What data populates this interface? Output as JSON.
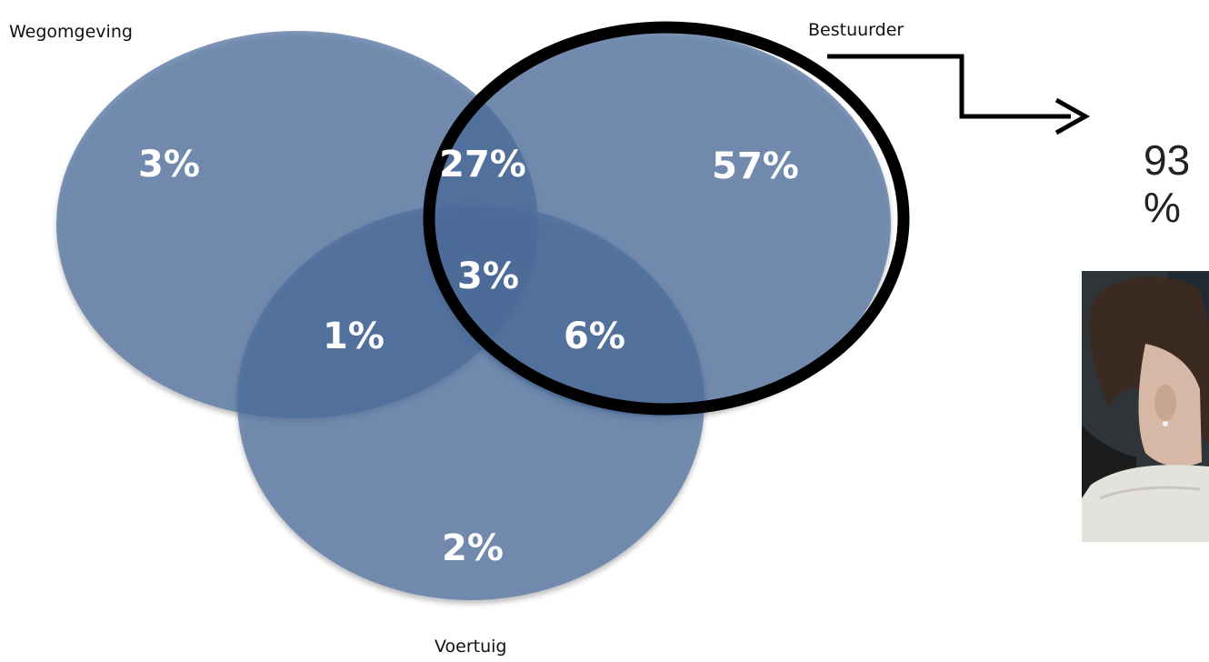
{
  "diagram": {
    "sets": {
      "wegomgeving": "Wegomgeving",
      "bestuurder": "Bestuurder",
      "voertuig": "Voertuig"
    },
    "regions": {
      "wegomgeving_only": "3%",
      "wegomgeving_bestuurder": "27%",
      "bestuurder_only": "57%",
      "all_three": "3%",
      "wegomgeving_voertuig": "1%",
      "bestuurder_voertuig": "6%",
      "voertuig_only": "2%"
    },
    "circle_color": "#5a7aa6",
    "highlight_color": "#000000"
  },
  "callout": {
    "value_line1": "93",
    "value_line2": "%"
  },
  "photo": {
    "subject": "driver-photo"
  }
}
